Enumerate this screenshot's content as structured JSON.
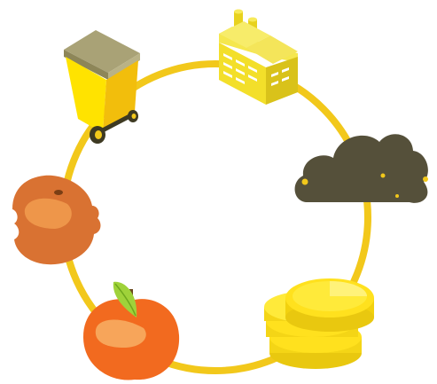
{
  "diagram": {
    "type": "cycle",
    "ring_color": "#F2C81B",
    "nodes": [
      {
        "name": "factory",
        "icon": "factory-icon",
        "color": "#F3DF2A"
      },
      {
        "name": "pollution-cloud",
        "icon": "smog-cloud-icon",
        "color": "#55503A"
      },
      {
        "name": "coins",
        "icon": "gold-coins-icon",
        "color": "#FFE11E"
      },
      {
        "name": "apple",
        "icon": "fresh-apple-icon",
        "color": "#F26A1F"
      },
      {
        "name": "bitten-apple",
        "icon": "bitten-apple-icon",
        "color": "#D97232"
      },
      {
        "name": "dumpster",
        "icon": "wheelie-bin-icon",
        "color": "#FFE300"
      }
    ]
  }
}
